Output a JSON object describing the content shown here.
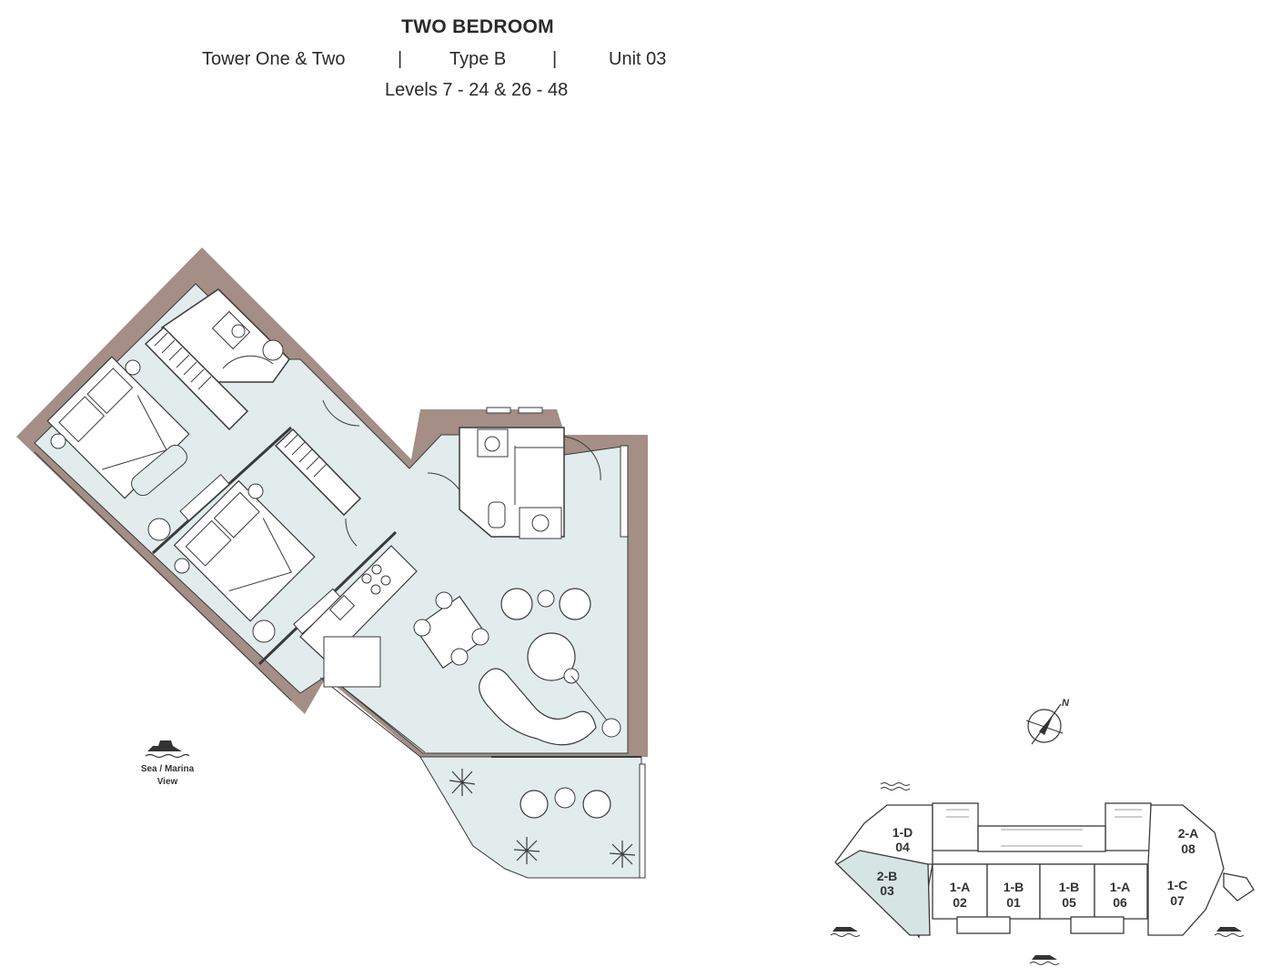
{
  "header": {
    "title": "TWO BEDROOM",
    "tower": "Tower One & Two",
    "separator": "|",
    "type": "Type B",
    "unit": "Unit 03",
    "levels": "Levels 7 - 24 & 26 - 48"
  },
  "view_label": {
    "line1": "Sea / Marina",
    "line2": "View"
  },
  "compass": {
    "north": "N"
  },
  "keyplan": {
    "units": [
      {
        "type": "1-D",
        "number": "04"
      },
      {
        "type": "2-B",
        "number": "03"
      },
      {
        "type": "1-A",
        "number": "02"
      },
      {
        "type": "1-B",
        "number": "01"
      },
      {
        "type": "1-B",
        "number": "05"
      },
      {
        "type": "1-A",
        "number": "06"
      },
      {
        "type": "1-C",
        "number": "07"
      },
      {
        "type": "2-A",
        "number": "08"
      }
    ],
    "highlight_unit": "03"
  },
  "colors": {
    "wall": "#a48e86",
    "floor": "#e2ecec",
    "line": "#3a3a3a",
    "highlight": "#d6e4e4"
  }
}
